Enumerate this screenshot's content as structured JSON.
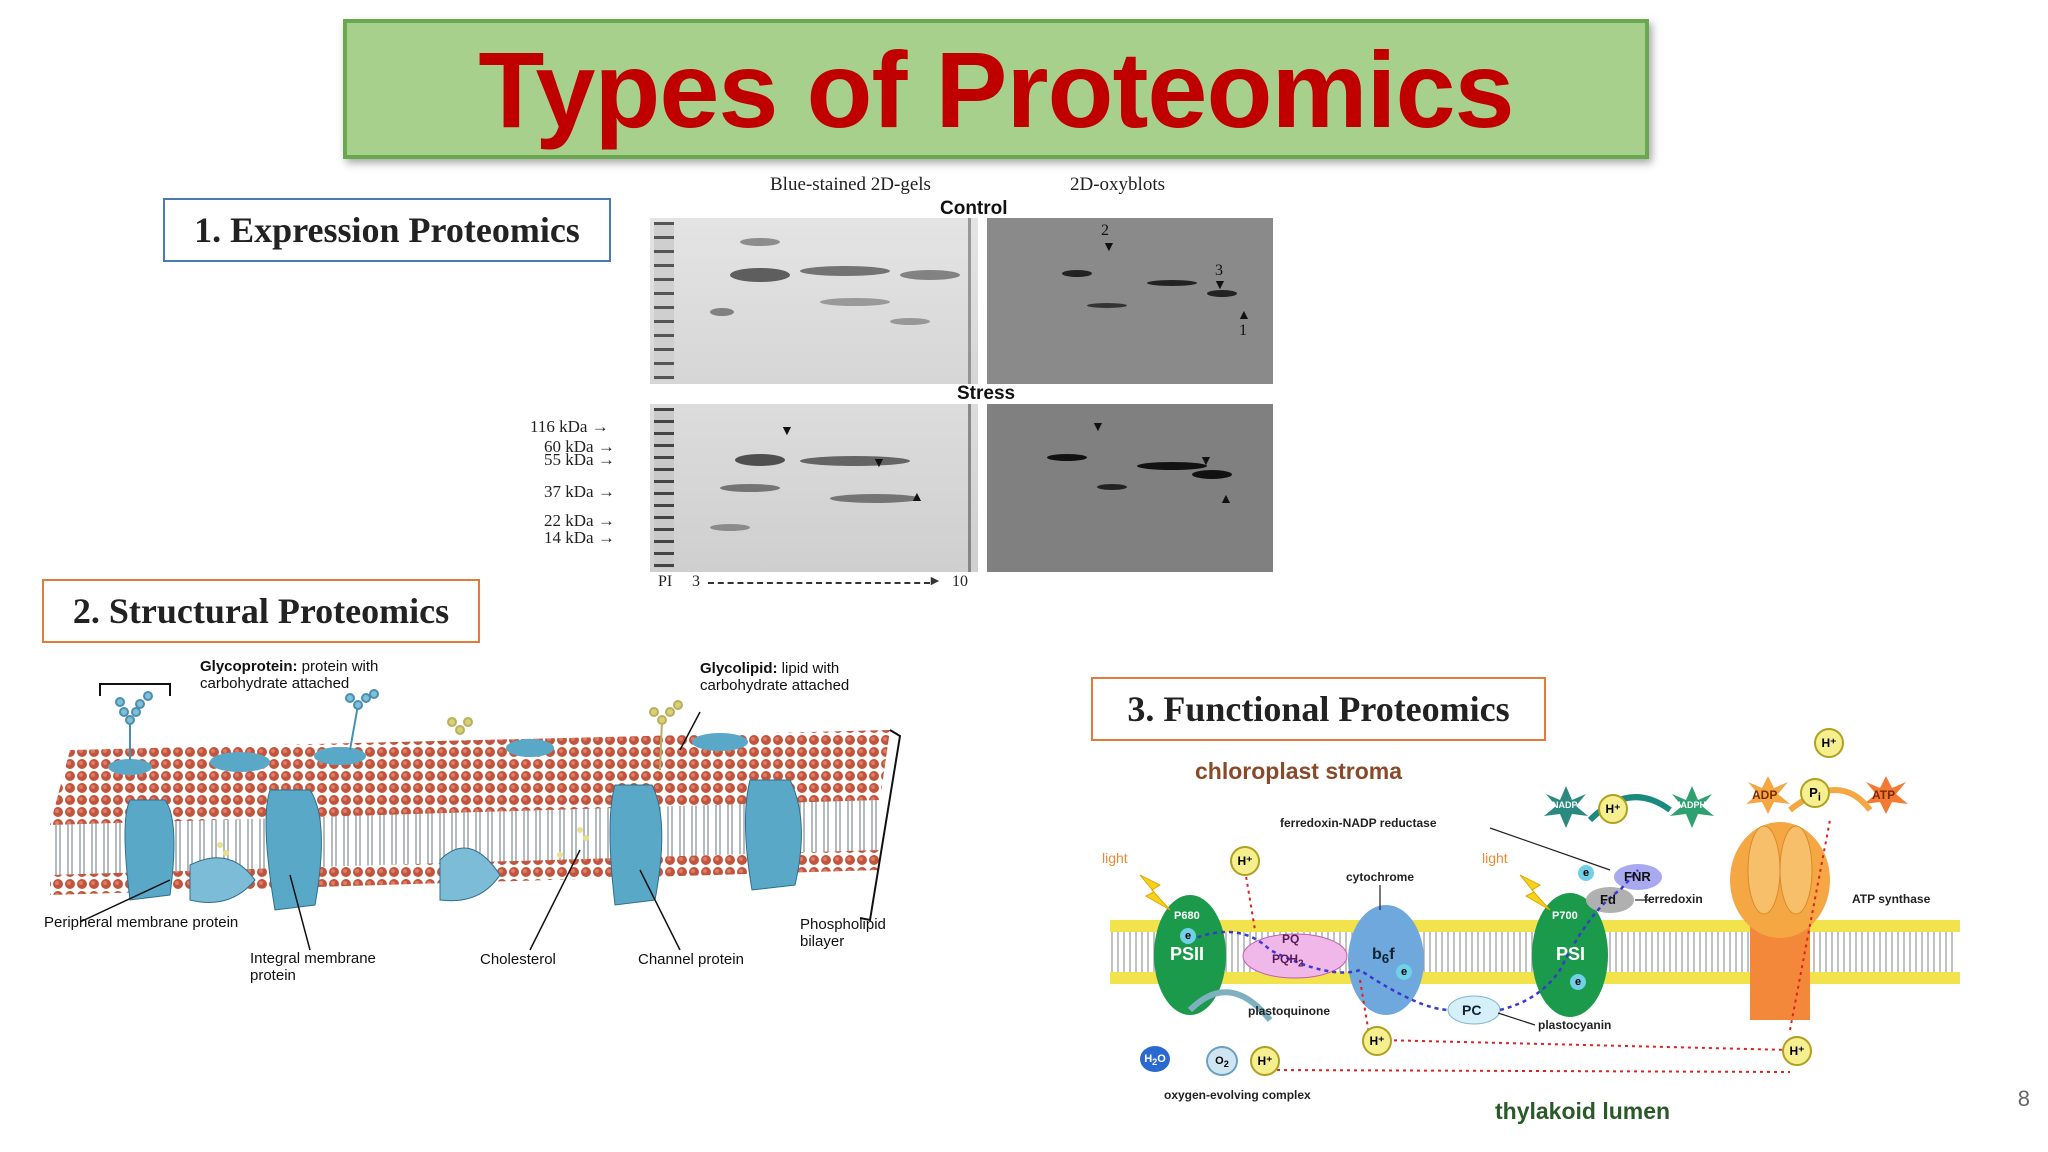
{
  "title": "Types of Proteomics",
  "sections": {
    "expression": "1. Expression Proteomics",
    "structural": "2. Structural Proteomics",
    "functional": "3.  Functional Proteomics"
  },
  "gels": {
    "header_left": "Blue-stained 2D-gels",
    "header_right": "2D-oxyblots",
    "control": "Control",
    "stress": "Stress",
    "mw_labels": [
      "116 kDa",
      "60 kDa",
      "55 kDa",
      "37 kDa",
      "22 kDa",
      "14 kDa"
    ],
    "pi_label": "PI",
    "pi_start": "3",
    "pi_end": "10",
    "spot_numbers": [
      "2",
      "3",
      "1"
    ]
  },
  "membrane": {
    "glycoprotein_bold": "Glycoprotein:",
    "glycoprotein_text": " protein with carbohydrate attached",
    "glycolipid_bold": "Glycolipid:",
    "glycolipid_text": " lipid with carbohydrate attached",
    "peripheral": "Peripheral membrane protein",
    "integral": "Integral membrane protein",
    "cholesterol": "Cholesterol",
    "channel": "Channel protein",
    "bilayer": "Phospholipid bilayer"
  },
  "photosynthesis": {
    "stroma": "chloroplast stroma",
    "lumen": "thylakoid lumen",
    "light1": "light",
    "light2": "light",
    "fnr_full": "ferredoxin-NADP reductase",
    "cytochrome": "cytochrome",
    "ferredoxin": "ferredoxin",
    "atp_synthase": "ATP synthase",
    "plastoquinone": "plastoquinone",
    "plastocyanin": "plastocyanin",
    "oec": "oxygen-evolving complex",
    "p680": "P680",
    "psii": "PSII",
    "p700": "P700",
    "psi": "PSI",
    "pq": "PQ",
    "pqh2": "PQH",
    "b6f": "b",
    "pc": "PC",
    "fd": "Fd",
    "fnr": "FNR",
    "nadp": "NADP",
    "nadph": "NADPH",
    "adp": "ADP",
    "pi": "P",
    "atp": "ATP",
    "h2o": "H",
    "o2": "O",
    "hplus": "H",
    "e": "e"
  },
  "page_number": "8",
  "colors": {
    "title_bg": "#a8d08d",
    "title_text": "#c00000",
    "psii": "#1a9a4a",
    "b6f": "#6fa8dc",
    "atp_synthase": "#f4a742"
  }
}
